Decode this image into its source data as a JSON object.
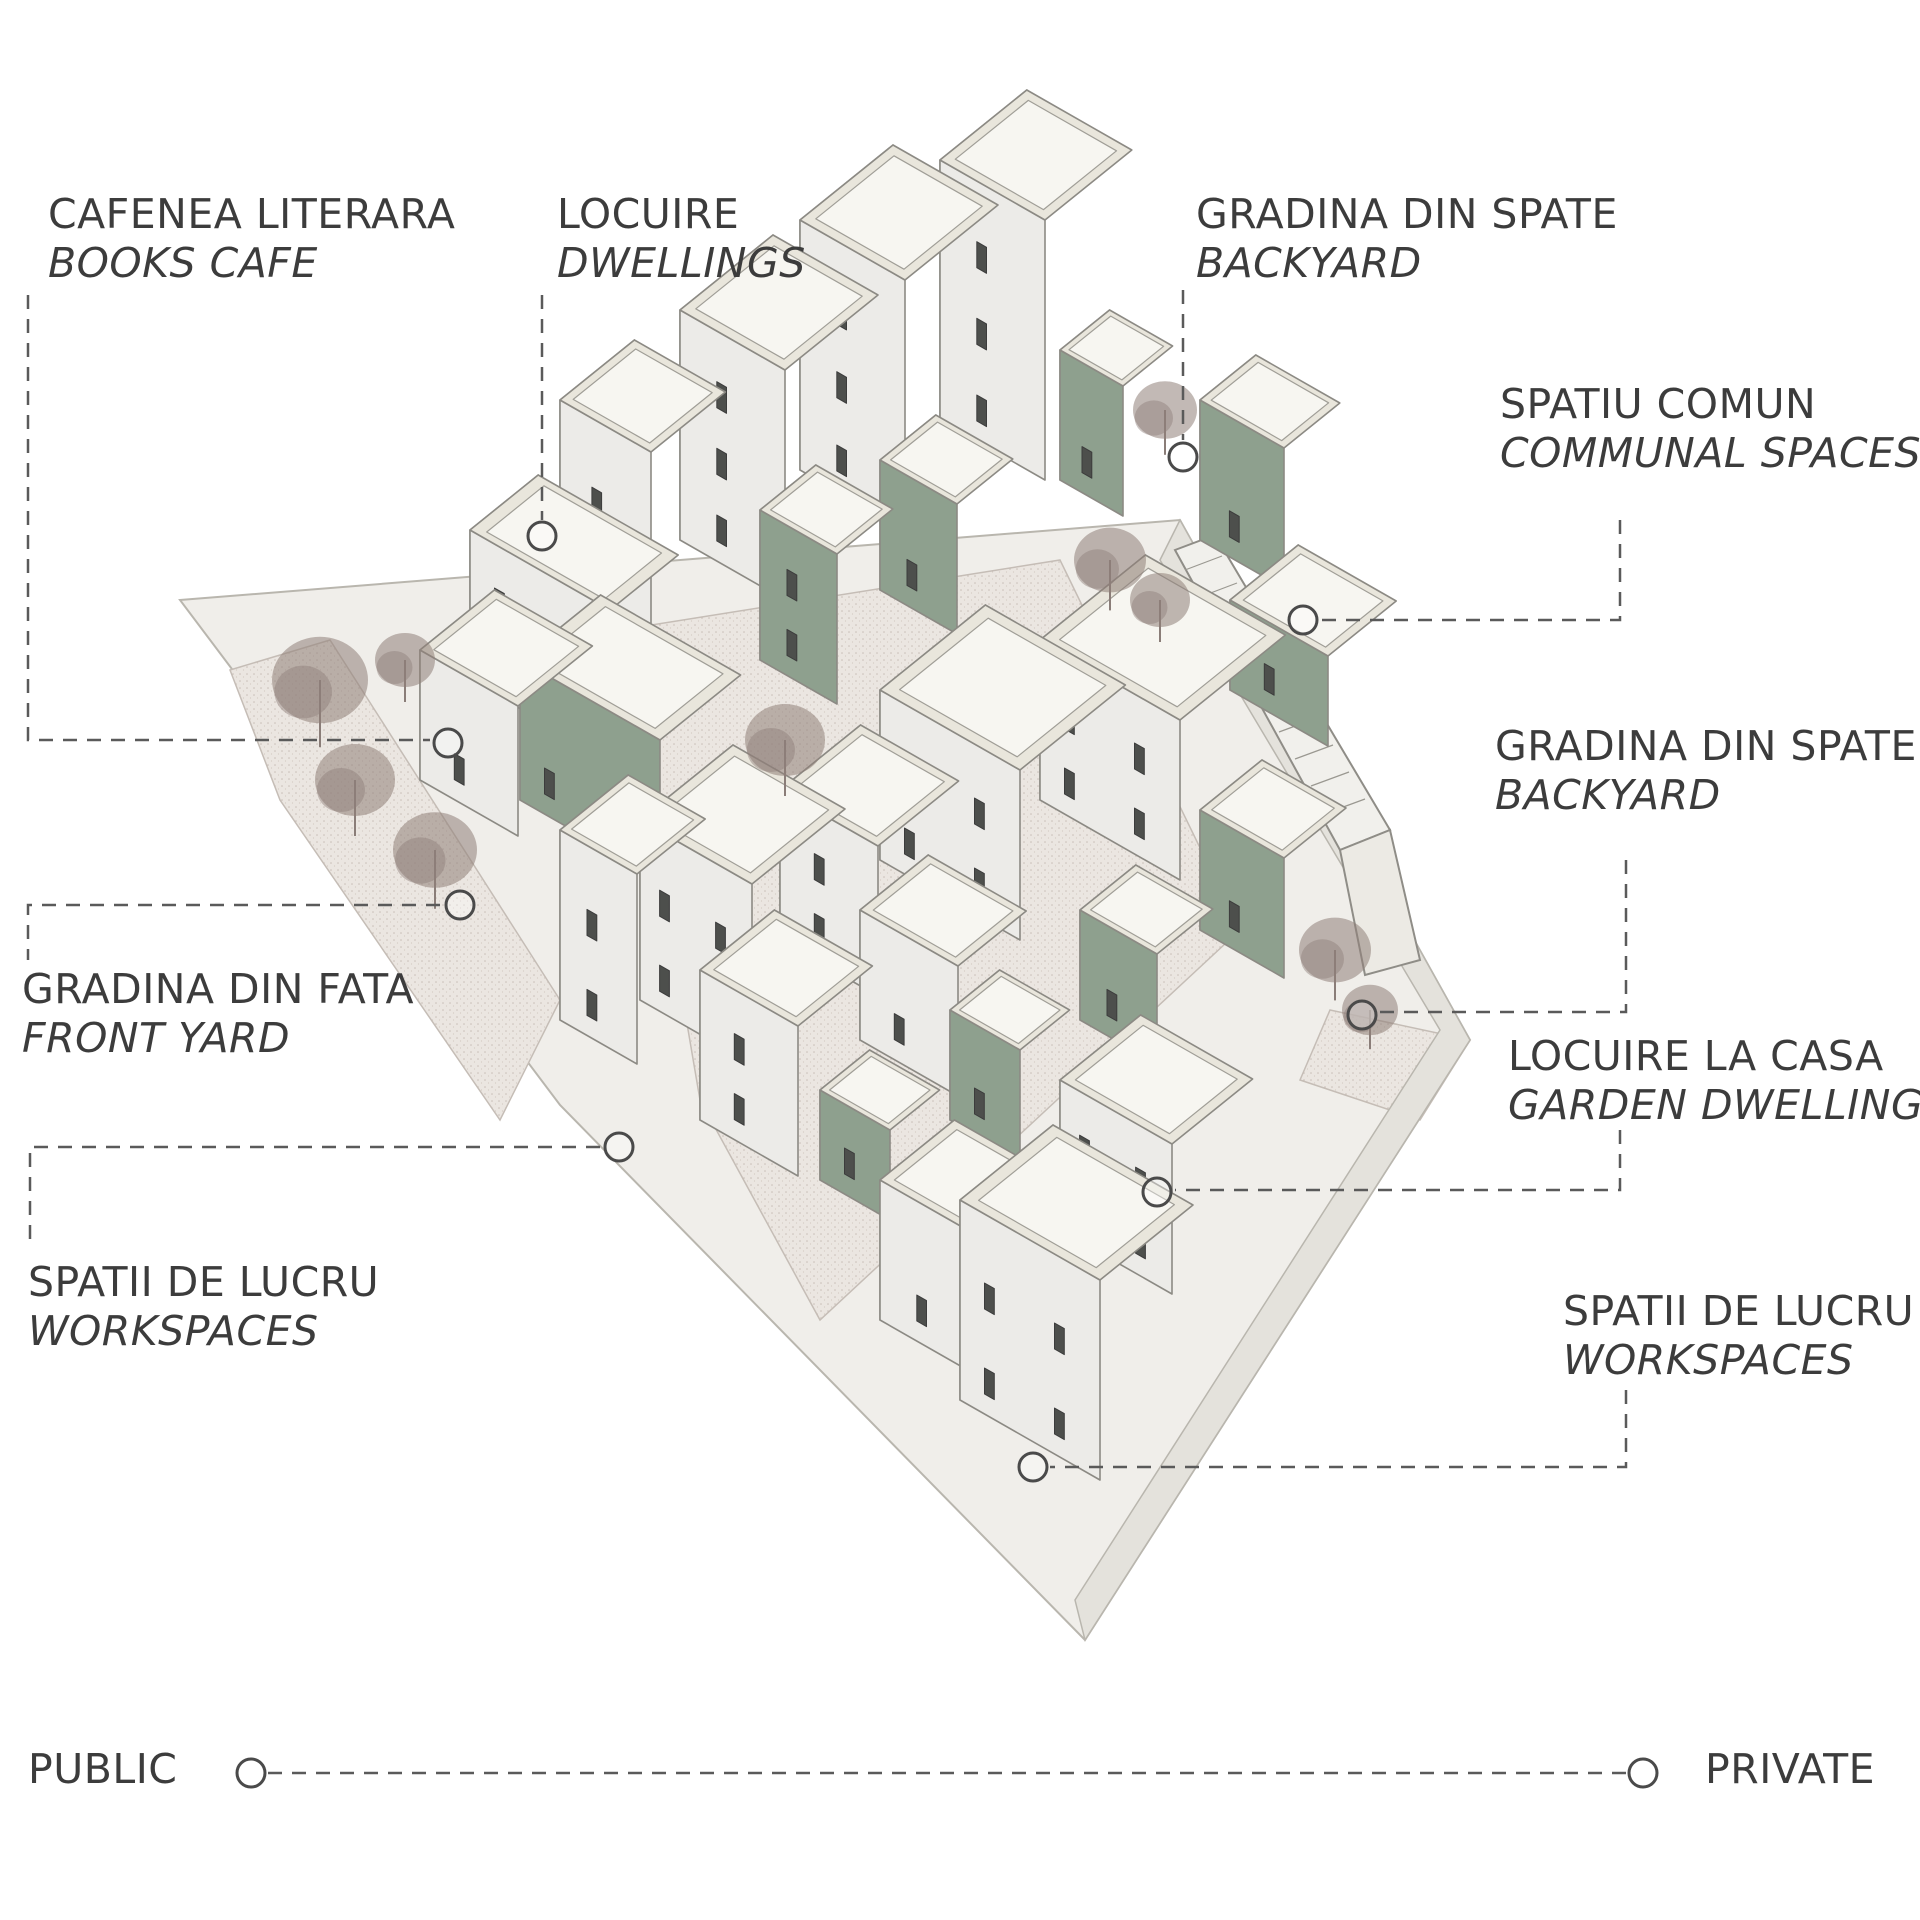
{
  "labels": {
    "books_cafe": {
      "ro": "CAFENEA LITERARA",
      "en": "BOOKS CAFE"
    },
    "dwellings": {
      "ro": "LOCUIRE",
      "en": "DWELLINGS"
    },
    "backyard_top": {
      "ro": "GRADINA DIN SPATE",
      "en": "BACKYARD"
    },
    "communal": {
      "ro": "SPATIU COMUN",
      "en": "COMMUNAL SPACES"
    },
    "backyard_right": {
      "ro": "GRADINA DIN SPATE",
      "en": "BACKYARD"
    },
    "front_yard": {
      "ro": "GRADINA DIN FATA",
      "en": "FRONT YARD"
    },
    "garden_dwelling": {
      "ro": "LOCUIRE LA CASA",
      "en": "GARDEN DWELLING"
    },
    "workspaces_left": {
      "ro": "SPATII DE LUCRU",
      "en": "WORKSPACES"
    },
    "workspaces_right": {
      "ro": "SPATII DE LUCRU",
      "en": "WORKSPACES"
    }
  },
  "legend": {
    "left": "PUBLIC",
    "right": "PRIVATE"
  },
  "colors": {
    "ink": "#3c3c3c",
    "leader": "#5a5a5a",
    "wall_light": "#ecebe8",
    "wall_mid": "#dcdbd7",
    "roof": "#f7f6f1",
    "parapet": "#e9e6dc",
    "green": "#8ea08e",
    "green_dark": "#7a8d7b",
    "paving": "#e8e3de",
    "tree": "#8f7f79"
  }
}
